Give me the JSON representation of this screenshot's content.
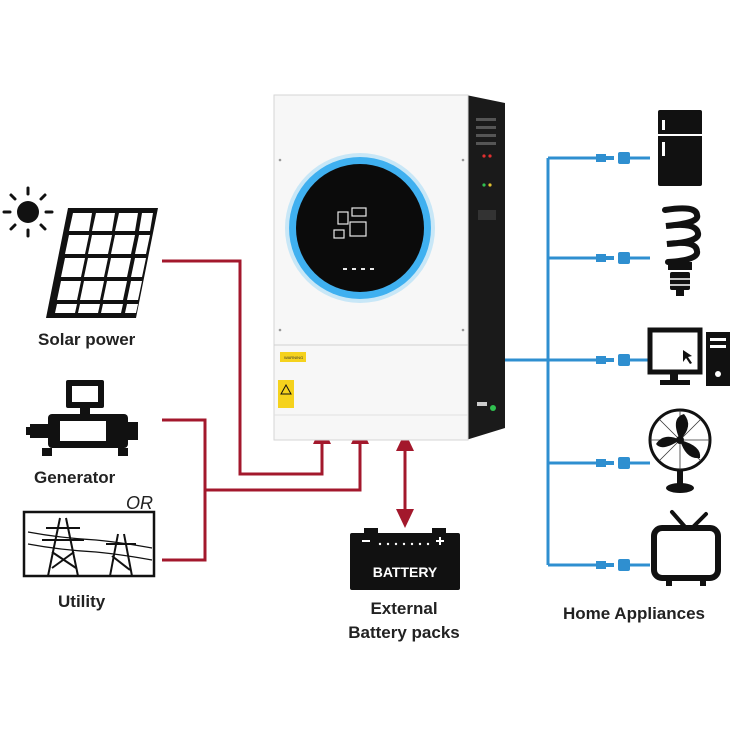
{
  "labels": {
    "solar": "Solar power",
    "generator": "Generator",
    "or": "OR",
    "utility": "Utility",
    "battery_box": "BATTERY",
    "battery_caption_1": "External",
    "battery_caption_2": "Battery packs",
    "appliances": "Home Appliances"
  },
  "inverter": {
    "warning_label": "WARNING"
  },
  "colors": {
    "input_lines": "#a3182c",
    "output_lines": "#2f8fd0",
    "display_ring": "#3fb0f0",
    "inverter_body": "#f7f7f7",
    "inverter_side": "#1a1a1a",
    "icons": "#111111"
  },
  "icons": {
    "sources": [
      "sun-icon",
      "solar-panel-icon",
      "generator-icon",
      "power-tower-icon"
    ],
    "appliances": [
      "refrigerator-icon",
      "light-bulb-icon",
      "computer-icon",
      "fan-icon",
      "tv-icon"
    ]
  }
}
